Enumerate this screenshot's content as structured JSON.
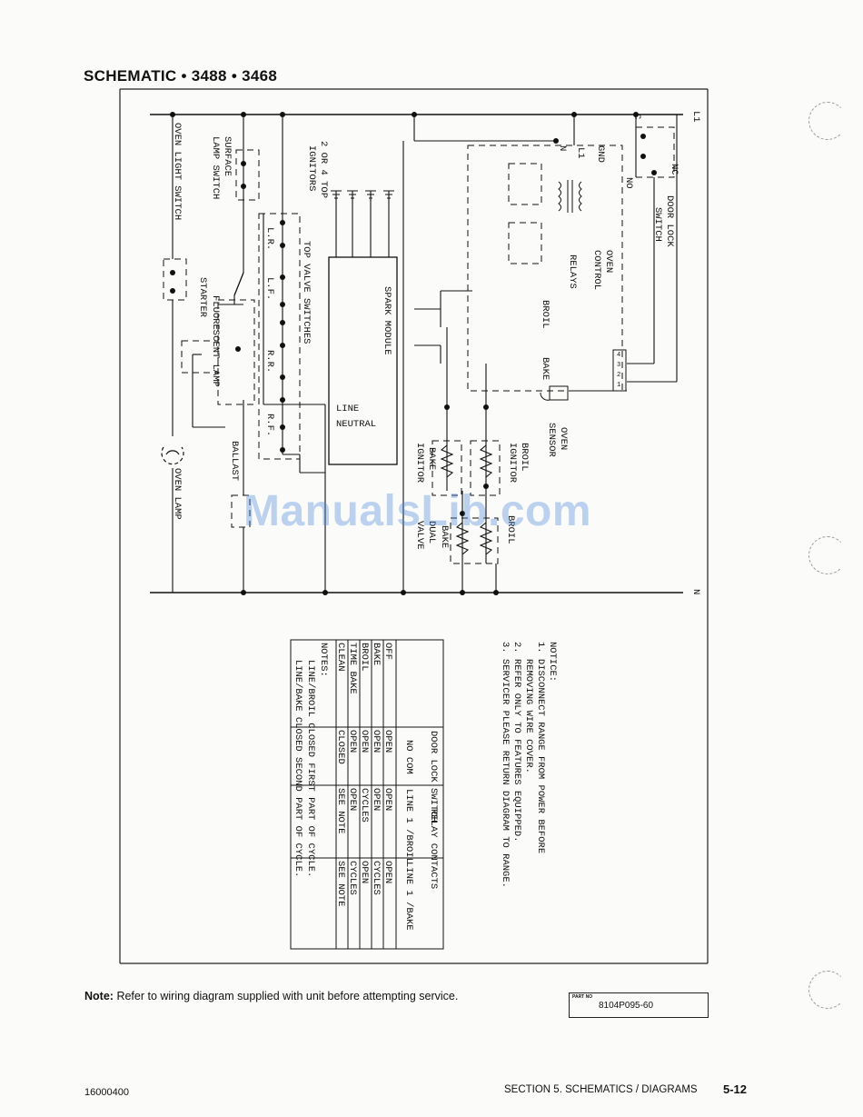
{
  "header": {
    "title": "SCHEMATIC • 3488 • 3468"
  },
  "diagram": {
    "rail_top": "L1",
    "rail_bottom": "N",
    "labels": {
      "oven_light_switch": "OVEN LIGHT SWITCH",
      "surface_lamp_switch_1": "SURFACE",
      "surface_lamp_switch_2": "LAMP SWITCH",
      "starter": "STARTER",
      "fluorescent_lamp": "FLUORESCENT LAMP",
      "ballast": "BALLAST",
      "oven_lamp": "OVEN LAMP",
      "top_ignitors_1": "2 OR 4 TOP",
      "top_ignitors_2": "IGNITORS",
      "top_valve_switches": "TOP VALVE SWITCHES",
      "lr": "L.R.",
      "lf": "L.F.",
      "rr": "R.R.",
      "rf": "R.F.",
      "spark_module": "SPARK MODULE",
      "line": "LINE",
      "neutral": "NEUTRAL",
      "oven_control_relays_1": "OVEN",
      "oven_control_relays_2": "CONTROL",
      "oven_control_relays_3": "RELAYS",
      "broil": "BROIL",
      "bake": "BAKE",
      "n": "N",
      "l1": "L1",
      "gnd": "GND",
      "c": "C",
      "nc": "NC",
      "no": "NO",
      "door_lock_switch_1": "DOOR LOCK",
      "door_lock_switch_2": "SWITCH",
      "oven_sensor_1": "OVEN",
      "oven_sensor_2": "SENSOR",
      "broil_ignitor_1": "BROIL",
      "broil_ignitor_2": "IGNITOR",
      "bake_ignitor_1": "BAKE",
      "bake_ignitor_2": "IGNITOR",
      "dual_valve_1": "DUAL",
      "dual_valve_2": "VALVE",
      "dv_bake": "BAKE",
      "dv_broil": "BROIL",
      "pin_labels": [
        "4",
        "3",
        "2",
        "1"
      ]
    }
  },
  "notice": {
    "heading": "NOTICE:",
    "lines": [
      "1. DISCONNECT RANGE FROM POWER BEFORE",
      "   REMOVING WIRE COVER.",
      "2. REFER ONLY TO FEATURES EQUIPPED.",
      "3. SERVICER PLEASE RETURN DIAGRAM TO RANGE."
    ]
  },
  "table": {
    "group_headers": [
      "DOOR LOCK SWITCH",
      "RELAY CONTACTS"
    ],
    "columns": [
      "",
      "NO COM",
      "LINE 1 /BROIL",
      "LINE 1 /BAKE"
    ],
    "rows": [
      [
        "OFF",
        "OPEN",
        "OPEN",
        "OPEN"
      ],
      [
        "BAKE",
        "OPEN",
        "OPEN",
        "CYCLES"
      ],
      [
        "BROIL",
        "OPEN",
        "CYCLES",
        "OPEN"
      ],
      [
        "TIME BAKE",
        "OPEN",
        "OPEN",
        "CYCLES"
      ],
      [
        "CLEAN",
        "CLOSED",
        "SEE NOTE",
        "SEE NOTE"
      ]
    ],
    "notes": [
      "NOTES:",
      "   LINE/BROIL CLOSED FIRST PART OF CYCLE.",
      "   LINE/BAKE CLOSED SECOND PART OF CYCLE."
    ]
  },
  "footer": {
    "note_label": "Note:",
    "note_text": "Refer to wiring diagram supplied with unit before attempting service.",
    "part_label": "PART NO",
    "part_number": "8104P095-60",
    "doc_number": "16000400",
    "section": "SECTION 5. SCHEMATICS / DIAGRAMS",
    "page": "5-12"
  },
  "watermark": "ManualsLib.com"
}
